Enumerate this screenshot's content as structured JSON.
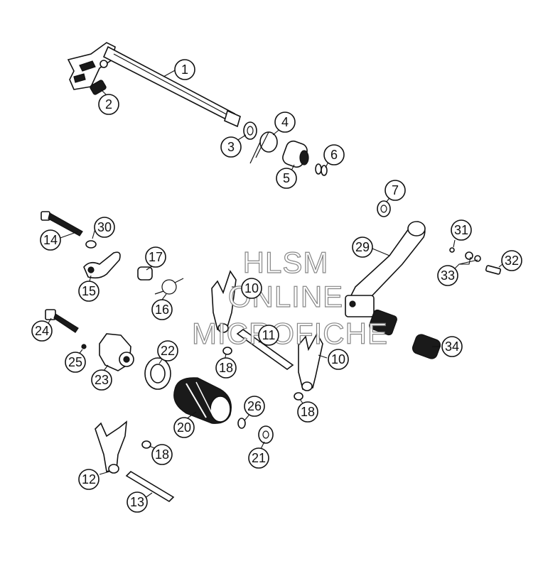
{
  "callouts": [
    "1",
    "2",
    "3",
    "4",
    "5",
    "6",
    "7",
    "10",
    "10",
    "11",
    "12",
    "13",
    "14",
    "15",
    "16",
    "17",
    "18",
    "18",
    "18",
    "20",
    "21",
    "22",
    "23",
    "24",
    "25",
    "26",
    "29",
    "30",
    "31",
    "32",
    "33",
    "34"
  ],
  "watermark": {
    "line1": "HLSM",
    "line2": "ONLINE",
    "line3": "MICROFICHE"
  }
}
